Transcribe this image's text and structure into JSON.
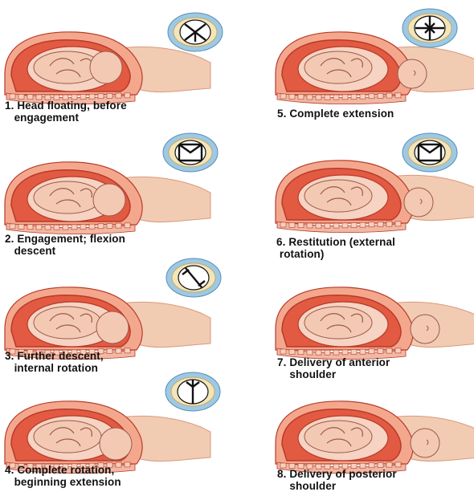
{
  "colors": {
    "uterus": "#e35a43",
    "uterus_dark": "#b83a28",
    "uterus_light": "#f3a88e",
    "skin": "#f2cbb3",
    "skin_dark": "#d89a7e",
    "fetus": "#f4c9b4",
    "spine": "#f1b8a3",
    "pelvis_blue": "#9dc9e4",
    "pelvis_yellow": "#f3e5b8",
    "text": "#111111"
  },
  "stages": [
    {
      "number": "1.",
      "line1": "Head floating, before",
      "line2": "engagement"
    },
    {
      "number": "2.",
      "line1": "Engagement; flexion",
      "line2": "descent"
    },
    {
      "number": "3.",
      "line1": "Further descent,",
      "line2": "internal rotation"
    },
    {
      "number": "4.",
      "line1": "Complete rotation,",
      "line2": "beginning extension"
    },
    {
      "number": "5.",
      "line1": "Complete extension",
      "line2": ""
    },
    {
      "number": "6.",
      "line1": "Restitution (external",
      "line2": "rotation)"
    },
    {
      "number": "7.",
      "line1": "Delivery of anterior",
      "line2": "shoulder"
    },
    {
      "number": "8.",
      "line1": "Delivery of posterior",
      "line2": "shoulder"
    }
  ]
}
